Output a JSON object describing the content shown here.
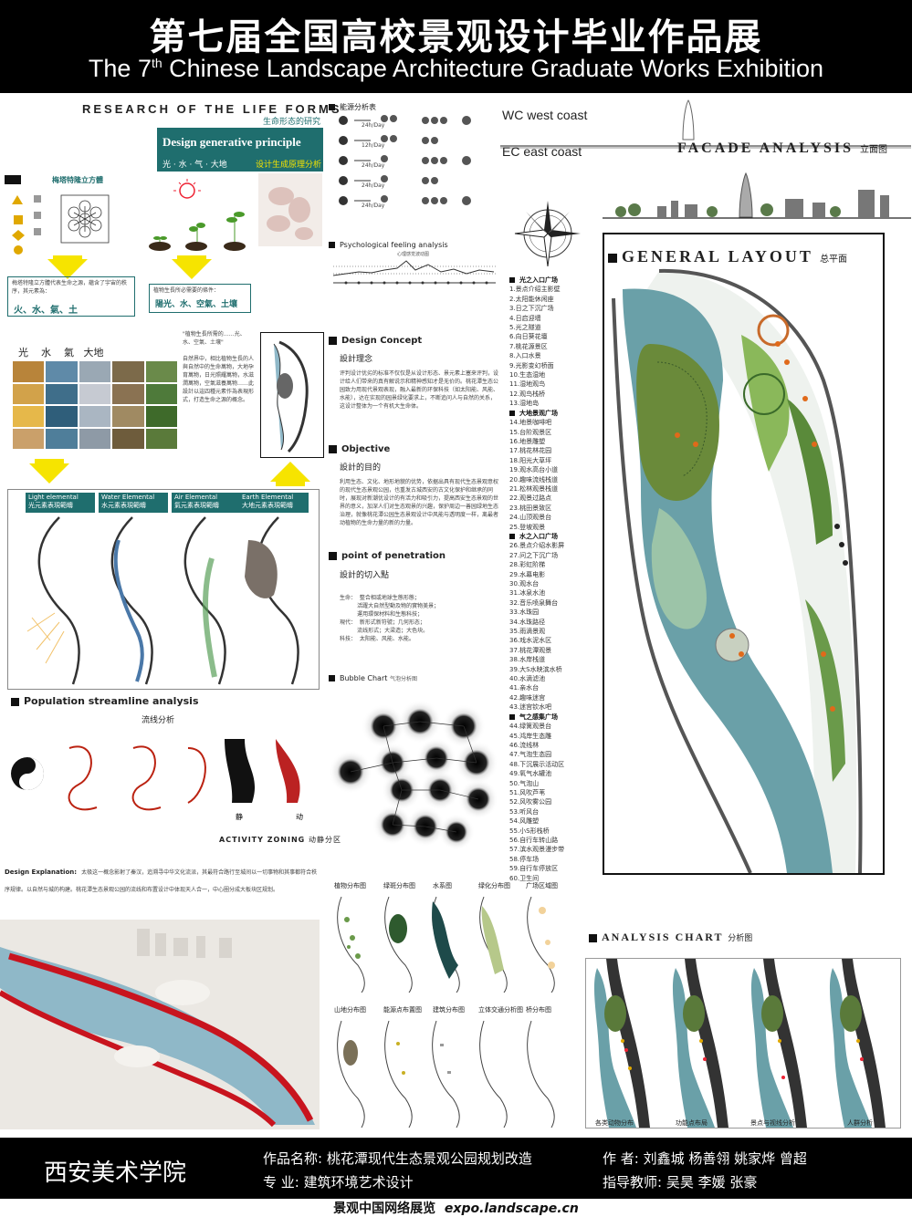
{
  "header": {
    "title_cn": "第七届全国高校景观设计毕业作品展",
    "title_en": "The 7th Chinese Landscape Architecture Graduate Works Exhibition"
  },
  "research": {
    "title": "Research of the life forms",
    "subtitle": "生命形态的研究",
    "principle": "Design generative principle",
    "principle_tags": "光 · 水 · 气 · 大地",
    "principle_cn": "设计生成原理分析",
    "cube_title": "梅塔特隆立方體",
    "box_left": "火、水、氣、土",
    "box_right": "陽光、水、空氣、土壤",
    "elements": [
      "光",
      "水",
      "氣",
      "大地"
    ]
  },
  "elementals": [
    {
      "en": "Light elemental",
      "cn": "光元素表現範疇"
    },
    {
      "en": "Water Elemental",
      "cn": "水元素表現範疇"
    },
    {
      "en": "Air Elemental",
      "cn": "氣元素表現範疇"
    },
    {
      "en": "Earth Elemental",
      "cn": "大地元素表現範疇"
    }
  ],
  "population": {
    "title": "Population streamline analysis",
    "cn": "流线分析",
    "zoning": "Activity zoning",
    "zoning_cn": "动静分区",
    "still": "静",
    "move": "动"
  },
  "explanation": {
    "label": "Design Explanation:"
  },
  "energy": {
    "title": "能源分析表",
    "rows": [
      "24h/Day",
      "12h/Day",
      "24h/Day",
      "24h/Day",
      "24h/Day"
    ]
  },
  "psych": {
    "title": "Psychological feeling analysis",
    "cn": "心理感觉波动图"
  },
  "concept": {
    "title": "Design Concept",
    "cn": "設計理念"
  },
  "objective": {
    "title": "Objective",
    "cn": "設計的目的"
  },
  "penetration": {
    "title": "point of penetration",
    "cn": "設計的切入點",
    "lines": [
      "生命：  整合相或地球生態形態；",
      "          活躍大自然型動及物的實物美景；",
      "          運用環保材料和生態科技；",
      "現代：  新形式新符號；几何形态；",
      "          流线形式；大梁造；大色块。",
      "科技：  太阳能、风能、水能。"
    ]
  },
  "bubble": {
    "title": "Bubble Chart",
    "cn": "气泡分析图"
  },
  "facade": {
    "wc": "WC west coast",
    "ec": "EC east coast",
    "title": "Facade analysis",
    "cn": "立面图"
  },
  "layout": {
    "title": "General layout",
    "cn": "总平面"
  },
  "legend": [
    {
      "g": true,
      "t": "光之入口广场"
    },
    {
      "t": "1.景点介绍主影壁"
    },
    {
      "t": "2.太阳能休闲座"
    },
    {
      "t": "3.日之下沉广场"
    },
    {
      "t": "4.日启迎墙"
    },
    {
      "t": "5.光之隧道"
    },
    {
      "t": "6.向日葵花壇"
    },
    {
      "t": "7.桃花源景区"
    },
    {
      "t": "8.入口水景"
    },
    {
      "t": "9.光影变幻桥面"
    },
    {
      "t": "10.生态湿地"
    },
    {
      "t": "11.湿地观鸟"
    },
    {
      "t": "12.观鸟栈桥"
    },
    {
      "t": "13.湿地岛"
    },
    {
      "g": true,
      "t": "大地景观广场"
    },
    {
      "t": "14.地景咖啡吧"
    },
    {
      "t": "15.台阶观景区"
    },
    {
      "t": "16.地景雕塑"
    },
    {
      "t": "17.桃花林花园"
    },
    {
      "t": "18.阳光大草坪"
    },
    {
      "t": "19.观水高台小道"
    },
    {
      "t": "20.趣味流线栈道"
    },
    {
      "t": "21.松林观景栈道"
    },
    {
      "t": "22.观景过路点"
    },
    {
      "t": "23.桃田景致区"
    },
    {
      "t": "24.山顶观景台"
    },
    {
      "t": "25.登坡观景"
    },
    {
      "g": true,
      "t": "水之入口广场"
    },
    {
      "t": "26.景点介绍水影屏"
    },
    {
      "t": "27.问之下沉广场"
    },
    {
      "t": "28.彩虹阶梯"
    },
    {
      "t": "29.水幕电影"
    },
    {
      "t": "30.观水台"
    },
    {
      "t": "31.冰泉水池"
    },
    {
      "t": "32.音乐喷泉舞台"
    },
    {
      "t": "33.水珠园"
    },
    {
      "t": "34.水珠路径"
    },
    {
      "t": "35.雨滴景观"
    },
    {
      "t": "36.戏水泥水区"
    },
    {
      "t": "37.桃花潭观景"
    },
    {
      "t": "38.水岸栈道"
    },
    {
      "t": "39.大S水映滨水桥"
    },
    {
      "t": "40.水滴滤池"
    },
    {
      "t": "41.亲水台"
    },
    {
      "t": "42.趣味迷宫"
    },
    {
      "t": "43.迷宫钦水吧"
    },
    {
      "g": true,
      "t": "气之感集广场"
    },
    {
      "t": "44.绿篱观景台"
    },
    {
      "t": "45.鸿岸生态雕"
    },
    {
      "t": "46.流线林"
    },
    {
      "t": "47.气泡生态园"
    },
    {
      "t": "48.下沉展示活动区"
    },
    {
      "t": "49.氧气水罐池"
    },
    {
      "t": "50.气泡山"
    },
    {
      "t": "51.风吹芦苇"
    },
    {
      "t": "52.风吹雾公园"
    },
    {
      "t": "53.听风台"
    },
    {
      "t": "54.风雕塑"
    },
    {
      "t": " "
    },
    {
      "t": "55.小S形栈桥"
    },
    {
      "t": "56.自行车转山路"
    },
    {
      "t": "57.滨水观景漫步带"
    },
    {
      "t": "58.停车场"
    },
    {
      "t": "59.自行车停放区"
    },
    {
      "t": "60.卫生间"
    }
  ],
  "layers_top": [
    "植物分布图",
    "绿斑分布图",
    "水系图",
    "绿化分布图",
    "广场区域图"
  ],
  "layers_bot": [
    "山地分布图",
    "能源点布置图",
    "建筑分布图",
    "立体交通分析图",
    "桥分布图"
  ],
  "analysis": {
    "title": "Analysis Chart",
    "cn": "分析图",
    "items": [
      "各类动物分布",
      "功能点布局",
      "景点与视线分析",
      "人群分析"
    ]
  },
  "footer": {
    "school": "西安美术学院",
    "work_label": "作品名称:",
    "work": "桃花潭现代生态景观公园规划改造",
    "major_label": "专    业:",
    "major": "建筑环境艺术设计",
    "author_label": "作    者:",
    "authors": "刘鑫城  杨善翎  姚家烨  曾超",
    "advisor_label": "指导教师:",
    "advisors": "吴昊  李媛  张豪",
    "site": "景观中国网络展览",
    "url": "expo.landscape.cn"
  }
}
